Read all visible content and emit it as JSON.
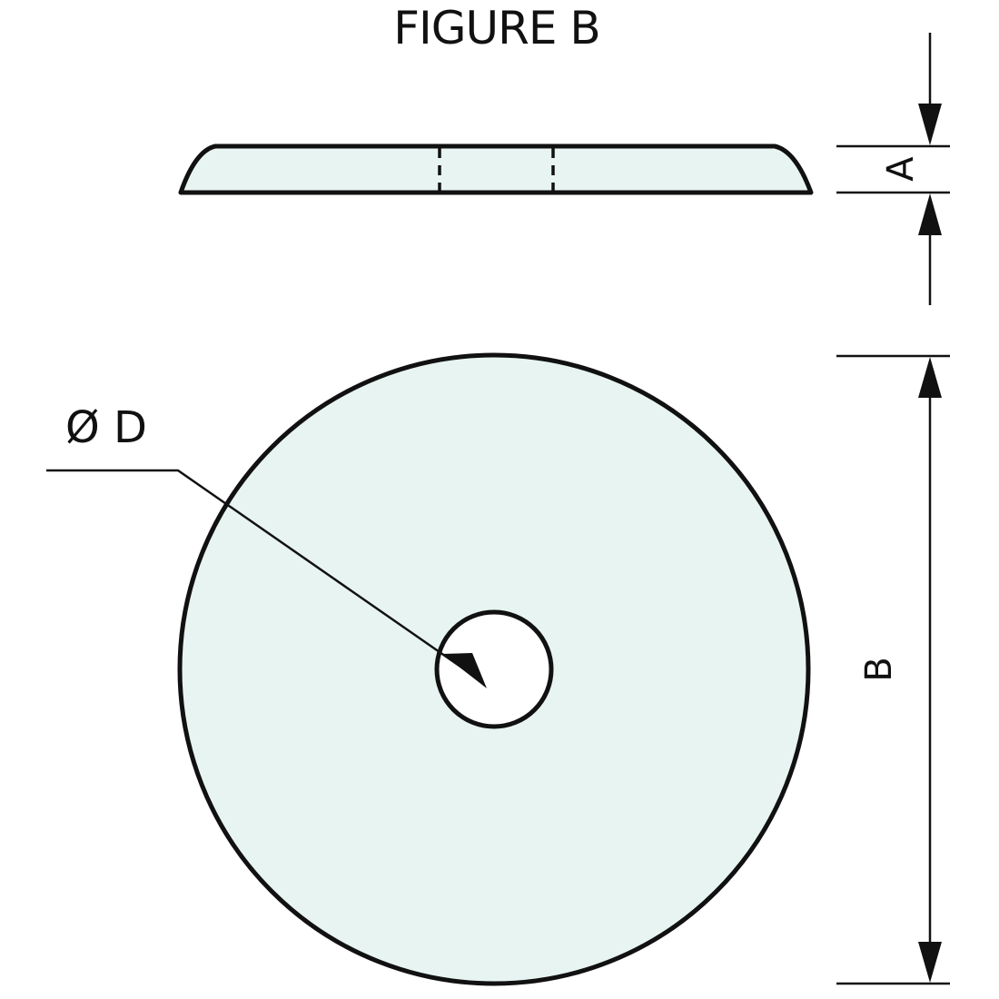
{
  "figure": {
    "title": "FIGURE B",
    "fill_color": "#e7f4f2",
    "line_color": "#111111"
  },
  "side_view": {
    "label": "side-profile"
  },
  "top_view": {
    "label": "top-view"
  },
  "dimensions": {
    "A": {
      "label": "A",
      "meaning": "thickness"
    },
    "B": {
      "label": "B",
      "meaning": "outer diameter"
    },
    "D": {
      "label": "Ø D",
      "meaning": "hole diameter"
    }
  }
}
